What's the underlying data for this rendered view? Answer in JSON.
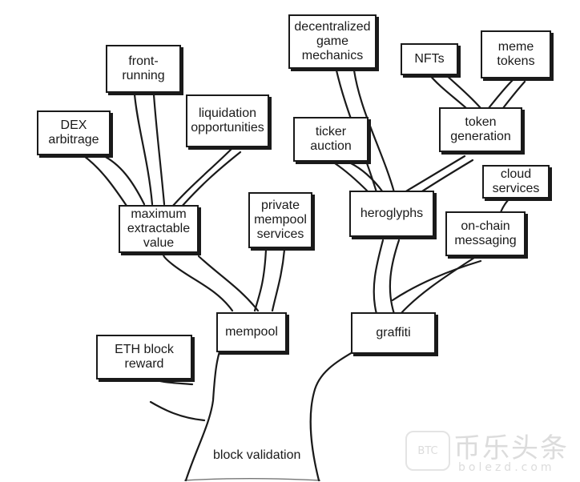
{
  "diagram": {
    "root": "block validation",
    "nodes": {
      "eth_block_reward": "ETH block\nreward",
      "mempool": "mempool",
      "graffiti": "graffiti",
      "mev": "maximum\nextractable\nvalue",
      "private_mempool": "private\nmempool\nservices",
      "heroglyphs": "heroglyphs",
      "onchain_messaging": "on-chain\nmessaging",
      "cloud_services": "cloud\nservices",
      "dex_arbitrage": "DEX\narbitrage",
      "front_running": "front-\nrunning",
      "liquidation": "liquidation\nopportunities",
      "ticker_auction": "ticker\nauction",
      "game_mechanics": "decentralized\ngame\nmechanics",
      "token_generation": "token\ngeneration",
      "nfts": "NFTs",
      "meme_tokens": "meme\ntokens"
    },
    "edges": [
      [
        "block validation",
        "ETH block reward"
      ],
      [
        "block validation",
        "mempool"
      ],
      [
        "block validation",
        "graffiti"
      ],
      [
        "mempool",
        "maximum extractable value"
      ],
      [
        "mempool",
        "private mempool services"
      ],
      [
        "maximum extractable value",
        "DEX arbitrage"
      ],
      [
        "maximum extractable value",
        "front-running"
      ],
      [
        "maximum extractable value",
        "liquidation opportunities"
      ],
      [
        "graffiti",
        "heroglyphs"
      ],
      [
        "graffiti",
        "on-chain messaging"
      ],
      [
        "heroglyphs",
        "ticker auction"
      ],
      [
        "heroglyphs",
        "decentralized game mechanics"
      ],
      [
        "heroglyphs",
        "token generation"
      ],
      [
        "token generation",
        "NFTs"
      ],
      [
        "token generation",
        "meme tokens"
      ],
      [
        "on-chain messaging",
        "cloud services"
      ]
    ]
  },
  "watermark": {
    "logo_text": "BTC",
    "chinese": "币乐头条",
    "url": "bolezd.com"
  },
  "colors": {
    "ink": "#1a1a1a",
    "background": "#ffffff",
    "watermark": "#dcdcdc"
  }
}
